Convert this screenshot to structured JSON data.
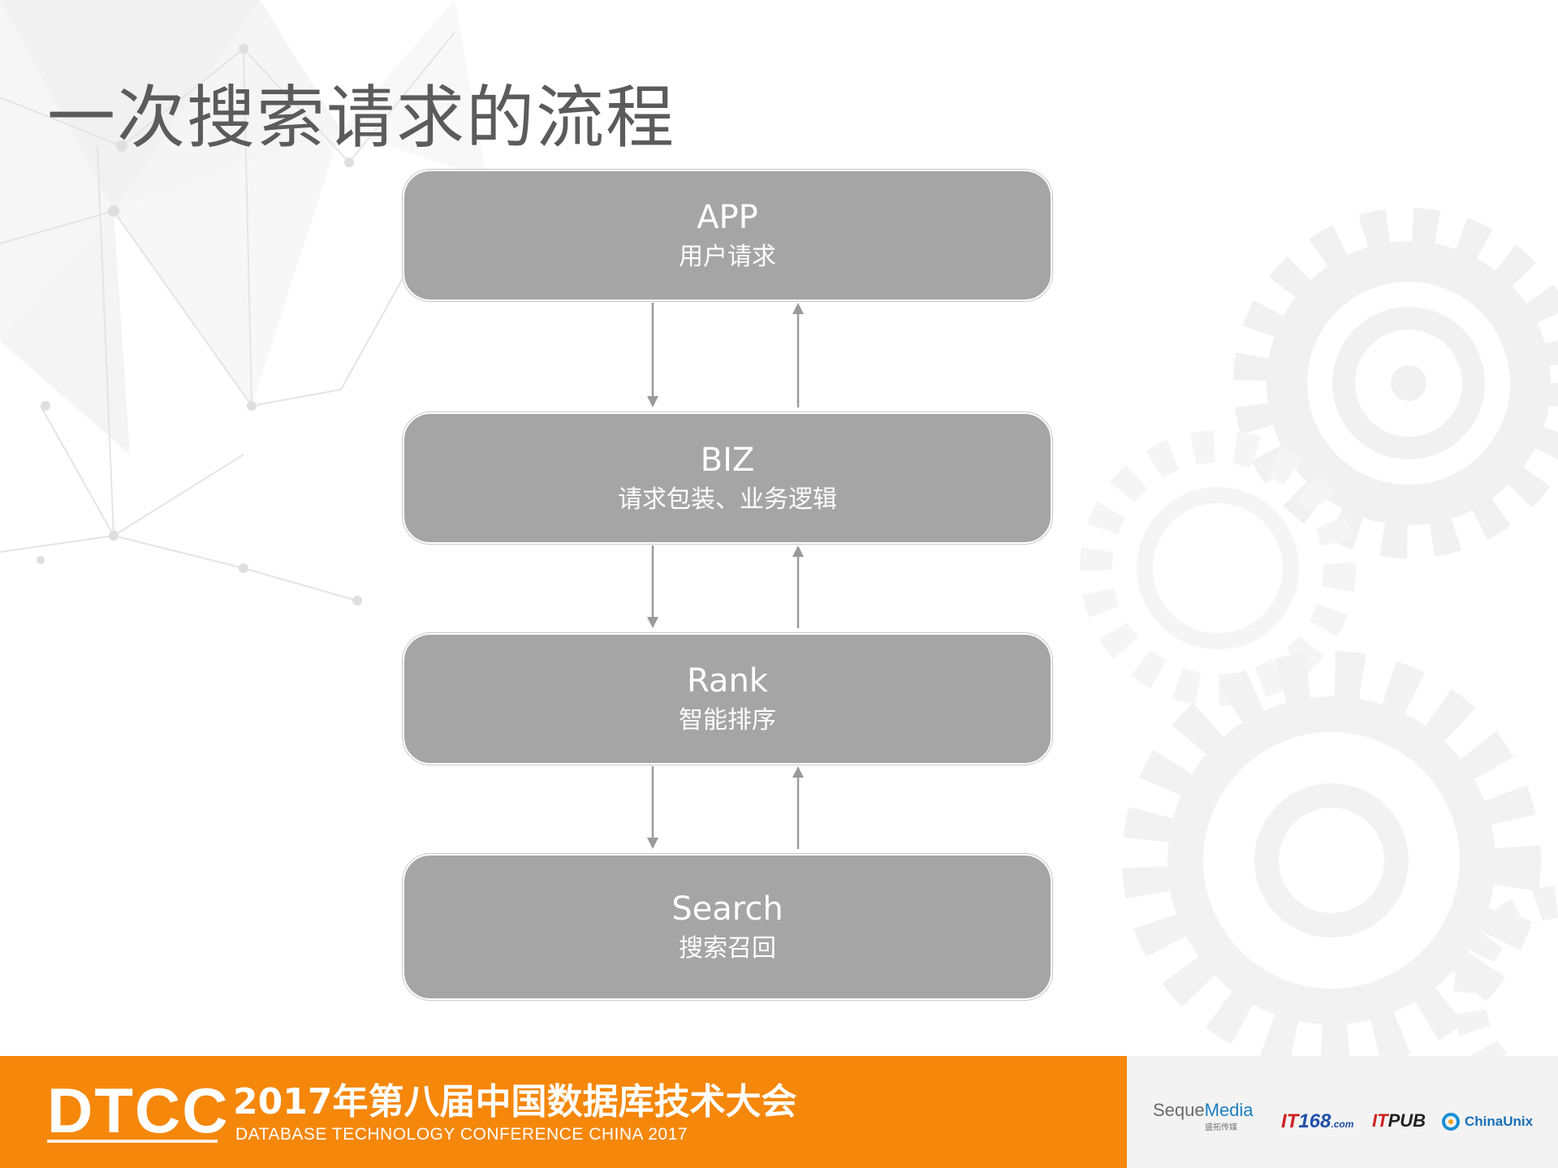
{
  "slide": {
    "title": "一次搜索请求的流程"
  },
  "flow": {
    "nodes": [
      {
        "id": "app",
        "title": "APP",
        "subtitle": "用户请求"
      },
      {
        "id": "biz",
        "title": "BIZ",
        "subtitle": "请求包装、业务逻辑"
      },
      {
        "id": "rank",
        "title": "Rank",
        "subtitle": "智能排序"
      },
      {
        "id": "search",
        "title": "Search",
        "subtitle": "搜索召回"
      }
    ],
    "edges": [
      {
        "from": "app",
        "to": "biz"
      },
      {
        "from": "biz",
        "to": "app"
      },
      {
        "from": "biz",
        "to": "rank"
      },
      {
        "from": "rank",
        "to": "biz"
      },
      {
        "from": "rank",
        "to": "search"
      },
      {
        "from": "search",
        "to": "rank"
      }
    ],
    "box_color": "#a5a5a5",
    "arrow_color": "#9a9a9a",
    "text_color": "#ffffff"
  },
  "footer": {
    "logo": "DTCC",
    "conference_cn": "2017年第八届中国数据库技术大会",
    "conference_en": "DATABASE  TECHNOLOGY  CONFERENCE CHINA 2017",
    "accent_color": "#f5870b",
    "sponsors": {
      "seque_a": "Seque",
      "seque_b": "Media",
      "seque_sub": "盛拓传媒",
      "it168_a": "IT",
      "it168_b": "168",
      "it168_c": ".com",
      "itpub_a": "IT",
      "itpub_b": "PUB",
      "chinaunix": "ChinaUnix"
    }
  }
}
